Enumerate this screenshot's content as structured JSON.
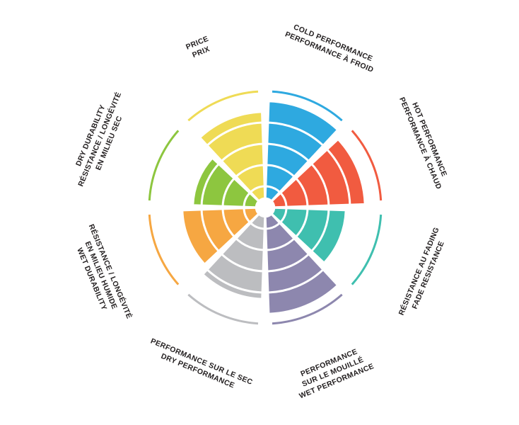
{
  "page": {
    "background": "#ffffff",
    "text_color": "#231F20"
  },
  "chart_data": {
    "type": "polar-sector-wheel",
    "description": "Performance wheel with 8 colored 45-degree sectors, white concentric grid rings, outer colored arc ticks and rotated bilingual labels",
    "max_value": 5,
    "ring_values": [
      1,
      2,
      3,
      4
    ],
    "grid_color": "#FFFFFF",
    "text_color": "#231F20",
    "sectors": [
      {
        "id": "cold-performance",
        "label_lines": [
          "COLD PERFORMANCE",
          "PERFORMANCE À FROID"
        ],
        "value": 5.0,
        "color": "#2EA9E0",
        "start_deg": 0,
        "end_deg": 45
      },
      {
        "id": "hot-performance",
        "label_lines": [
          "HOT PERFORMANCE",
          "PERFORMANCE À CHAUD"
        ],
        "value": 4.7,
        "color": "#F15B40",
        "start_deg": 45,
        "end_deg": 90
      },
      {
        "id": "fade-resistance",
        "label_lines": [
          "RÉSISTANCE AU FADING",
          "FADE RESISTANCE"
        ],
        "value": 3.8,
        "color": "#3FBFAF",
        "start_deg": 90,
        "end_deg": 135
      },
      {
        "id": "wet-performance",
        "label_lines": [
          "PERFORMANCE",
          "SUR LE MOUILLÉ",
          "WET PERFORMANCE"
        ],
        "value": 5.0,
        "color": "#8D87AE",
        "start_deg": 135,
        "end_deg": 180
      },
      {
        "id": "dry-performance",
        "label_lines": [
          "PERFORMANCE SUR LE SEC",
          "DRY PERFORMANCE"
        ],
        "value": 4.3,
        "color": "#BCBDC0",
        "start_deg": 180,
        "end_deg": 225
      },
      {
        "id": "wet-durability",
        "label_lines": [
          "RÉSISTANCE / LONGÉVITÉ",
          "EN MILIEU HUMIDE",
          "WET DURABILITY"
        ],
        "value": 3.9,
        "color": "#F6A742",
        "start_deg": 225,
        "end_deg": 270
      },
      {
        "id": "dry-durability",
        "label_lines": [
          "DRY DURABILITY",
          "RÉSISTANCE / LONGÉVITÉ",
          "EN MILIEU SEC"
        ],
        "value": 3.4,
        "color": "#8DC63F",
        "start_deg": 270,
        "end_deg": 315
      },
      {
        "id": "price",
        "label_lines": [
          "PRICE",
          "PRIX"
        ],
        "value": 4.5,
        "color": "#EFDB55",
        "start_deg": 315,
        "end_deg": 360
      }
    ]
  }
}
